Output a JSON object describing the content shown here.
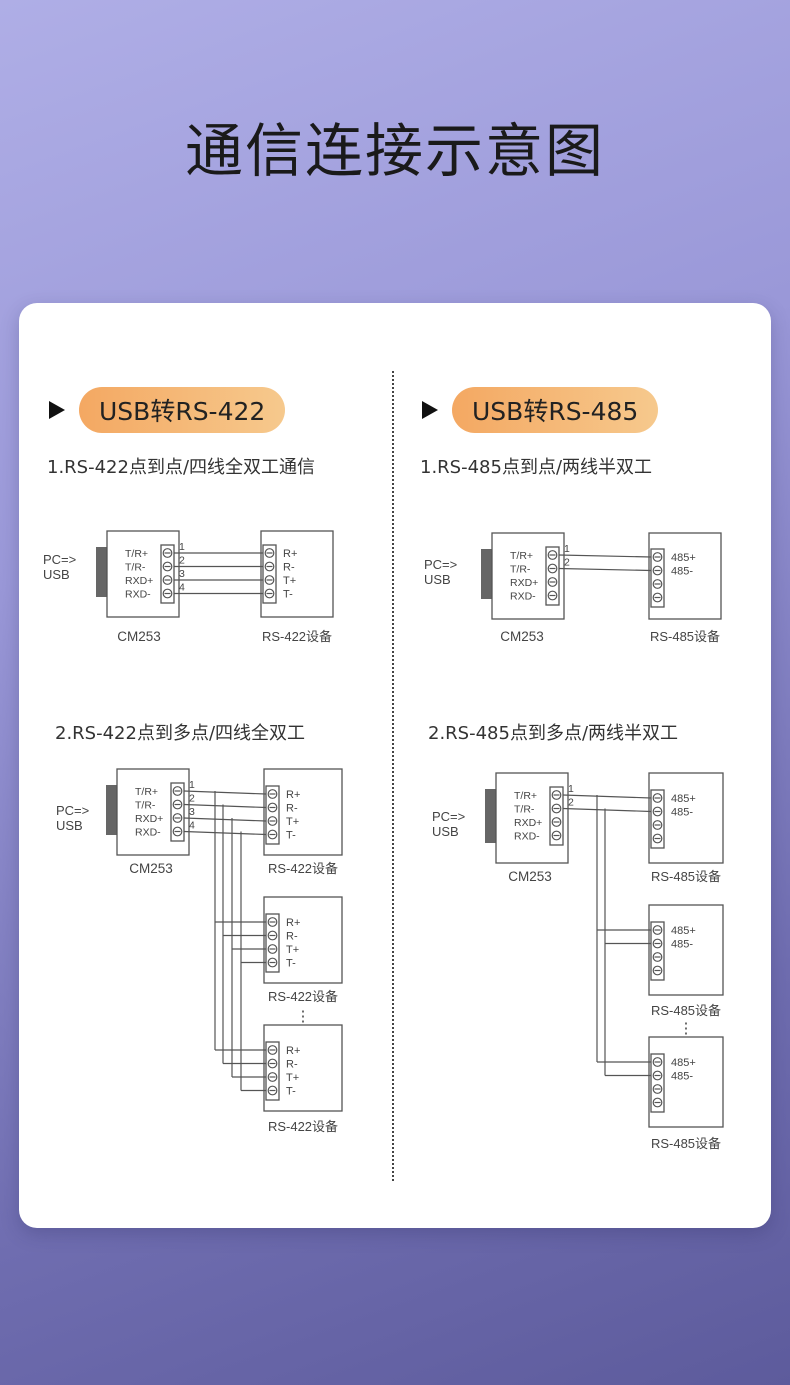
{
  "title": "通信连接示意图",
  "left": {
    "badge": "USB转RS-422",
    "sub1": "1.RS-422点到点/四线全双工通信",
    "sub2": "2.RS-422点到多点/四线全双工",
    "pc": [
      "PC=>",
      "USB"
    ],
    "conv_pins": [
      "T/R+",
      "T/R-",
      "RXD+",
      "RXD-"
    ],
    "dev_pins": [
      "R+",
      "R-",
      "T+",
      "T-"
    ],
    "wires": [
      "1",
      "2",
      "3",
      "4"
    ],
    "conv_label": "CM253",
    "dev_label": "RS-422设备",
    "dots": "⋮"
  },
  "right": {
    "badge": "USB转RS-485",
    "sub1": "1.RS-485点到点/两线半双工",
    "sub2": "2.RS-485点到多点/两线半双工",
    "pc": [
      "PC=>",
      "USB"
    ],
    "conv_pins": [
      "T/R+",
      "T/R-",
      "RXD+",
      "RXD-"
    ],
    "dev_pins": [
      "485+",
      "485-"
    ],
    "wires": [
      "1",
      "2"
    ],
    "conv_label": "CM253",
    "dev_label": "RS-485设备",
    "dots": "⋮"
  },
  "colors": {
    "pill_start": "#f4a862",
    "pill_end": "#f6c98d",
    "line": "#555555"
  }
}
